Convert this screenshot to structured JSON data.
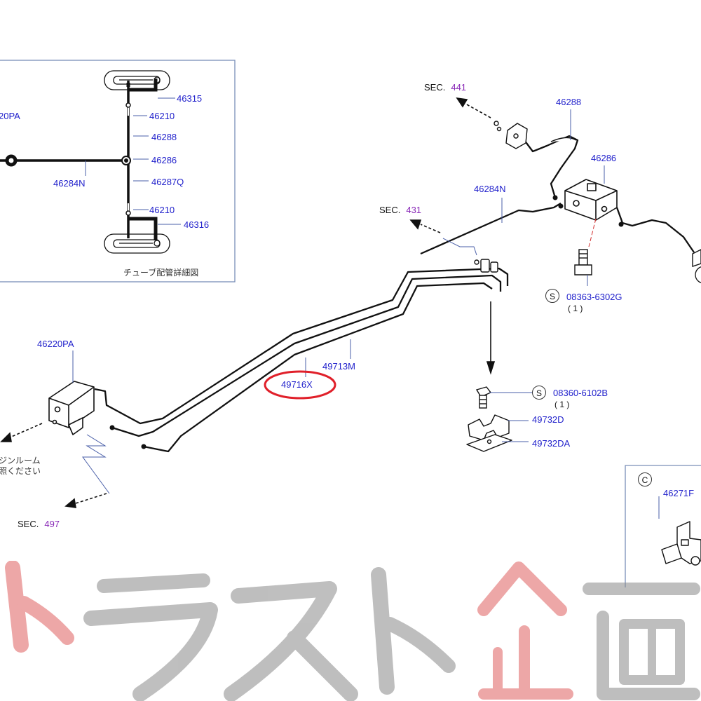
{
  "detail_inset": {
    "title": "チューブ配管詳細図",
    "labels": {
      "p46220pa_cut": "20PA",
      "p46315": "46315",
      "p46210_top": "46210",
      "p46288": "46288",
      "p46286": "46286",
      "p46284n": "46284N",
      "p46287q": "46287Q",
      "p46210_bottom": "46210",
      "p46316": "46316"
    }
  },
  "main": {
    "sections": {
      "sec441": {
        "prefix": "SEC.",
        "number": "441"
      },
      "sec431": {
        "prefix": "SEC.",
        "number": "431"
      },
      "sec497": {
        "prefix": "SEC.",
        "number": "497"
      }
    },
    "parts": {
      "p46288": "46288",
      "p46286": "46286",
      "p46284n": "46284N",
      "p49713m": "49713M",
      "p49716x": "49716X",
      "p46220pa": "46220PA",
      "p49732d": "49732D",
      "p49732da": "49732DA",
      "p46271f": "46271F"
    },
    "bolts": {
      "b1": {
        "symbol": "S",
        "part": "08363-6302G",
        "qty": "( 1 )"
      },
      "b2": {
        "symbol": "S",
        "part": "08360-6102B",
        "qty": "( 1 )"
      }
    },
    "note_jp": {
      "line1": "ジンルーム",
      "line2": "照ください"
    },
    "sub_ref": "C",
    "highlight_color": "#e0202a"
  },
  "watermark": {
    "text": "トラスト企画",
    "colors": [
      "#e03a3a",
      "#8a8a8a"
    ]
  }
}
